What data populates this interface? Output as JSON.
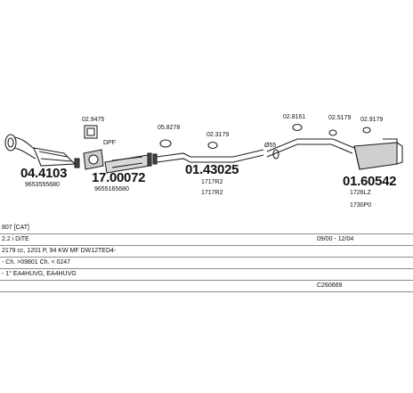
{
  "parts": {
    "p1": {
      "number": "04.4103",
      "oem": "9653555680"
    },
    "p2": {
      "number": "17.00072",
      "oem": "9655165680",
      "note": "DPF",
      "code": "02.9475"
    },
    "p3": {
      "number": "01.43025",
      "ref1": "1717R2",
      "ref2": "1717R2",
      "code1": "05.8278",
      "code2": "02.3179"
    },
    "p4": {
      "number": "01.60542",
      "ref1": "1726LZ",
      "ref2": "1730P0",
      "code1": "02.8161",
      "code2": "02.5179",
      "code3": "02.9179"
    },
    "diameter": "Ø55"
  },
  "table": {
    "row1": "807  [CAT]",
    "row2_left": "2.2 i DiTE",
    "row2_right": "09/00 - 12/04",
    "row3": "2179 cc, 1201 P, 94 KW MF DW12TED4-",
    "row4": "- Ch. >09801 Ch. < 0247",
    "row5": "- 1° EA4HUVG, EA4HUVG",
    "row6_right": "C260669"
  }
}
